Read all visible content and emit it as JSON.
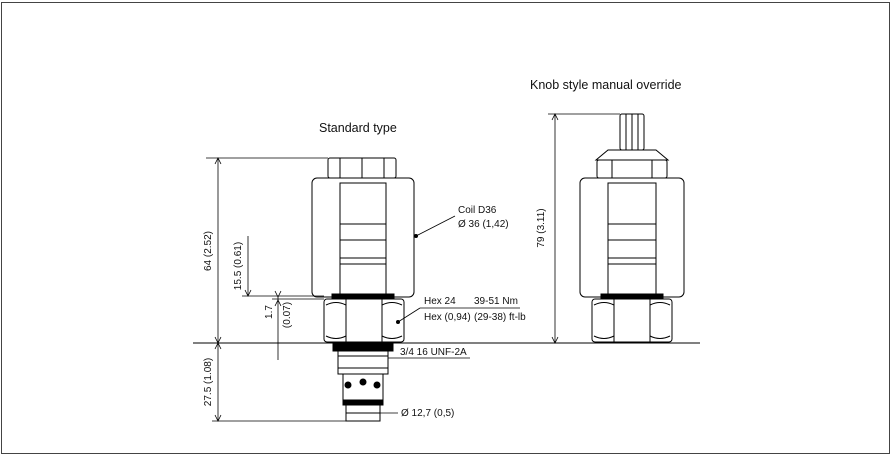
{
  "titles": {
    "standard": "Standard type",
    "knob": "Knob style manual override"
  },
  "dimensions": {
    "overall_height": "64 (2.52)",
    "coil_offset": "15.5 (0.61)",
    "gap_mm": "1.7",
    "gap_in": "(0.07)",
    "cavity_depth": "27.5 (1.08)",
    "knob_height": "79 (3.11)"
  },
  "annotations": {
    "coil_line1": "Coil D36",
    "coil_line2": "Ø 36 (1,42)",
    "hex_line1": "Hex 24",
    "hex_torque_nm": "39-51 Nm",
    "hex_line2": "Hex (0,94)",
    "hex_torque_ftlb": "(29-38) ft-lb",
    "thread": "3/4 16 UNF-2A",
    "diameter": "Ø 12,7 (0,5)"
  }
}
